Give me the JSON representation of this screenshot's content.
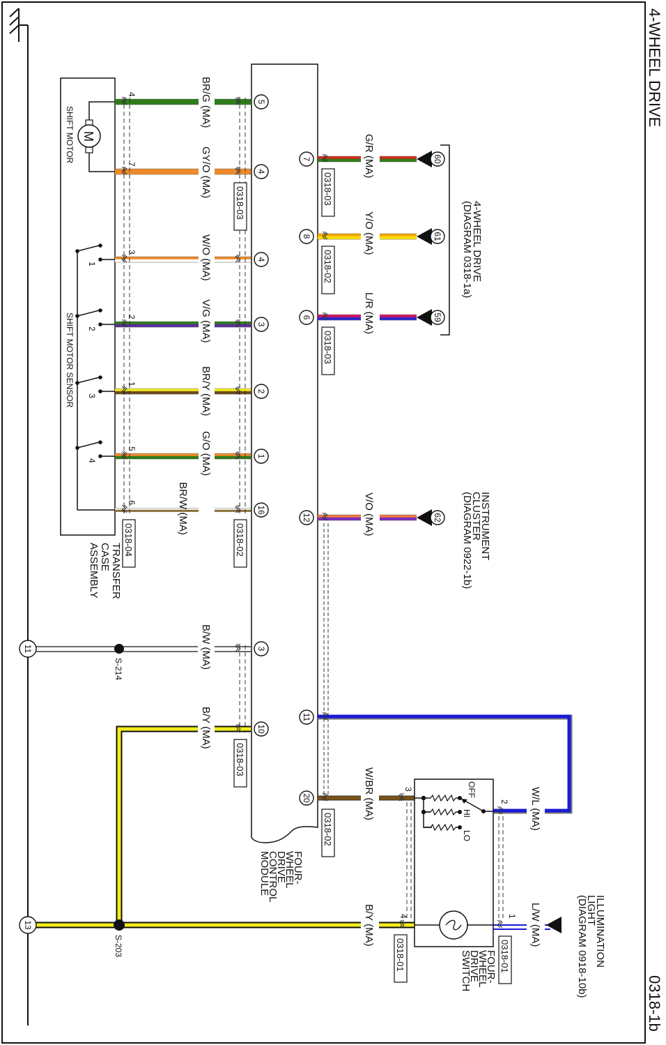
{
  "page": {
    "title": "4-WHEEL DRIVE",
    "page_number": "0318-1b"
  },
  "components": {
    "control_module": [
      "FOUR-",
      "WHEEL",
      "DRIVE",
      "CONTROL",
      "MODULE"
    ],
    "transfer_case": [
      "TRANSFER",
      "CASE",
      "ASSEMBLY"
    ],
    "shift_motor": "SHIFT MOTOR",
    "shift_motor_symbol": "M",
    "shift_motor_sensor": "SHIFT MOTOR SENSOR",
    "switch": [
      "FOUR-",
      "WHEEL",
      "DRIVE",
      "SWITCH"
    ],
    "switch_positions": {
      "off": "OFF",
      "hi": "HI",
      "lo": "LO"
    }
  },
  "references": {
    "four_wheel_drive": [
      "4-WHEEL DRIVE",
      "(DIAGRAM 0318-1a)"
    ],
    "instrument_cluster": [
      "INSTRUMENT",
      "CLUSTER",
      "(DIAGRAM 0922-1b)"
    ],
    "illumination_light": [
      "ILLUMINATION",
      "LIGHT",
      "(DIAGRAM 0918-10b)"
    ]
  },
  "transfer_wires": [
    {
      "label": "BR/G (MA)",
      "module_pin": "5",
      "device_pin": "4",
      "base": "#2e7d1a",
      "stripe": "#2e7d1a"
    },
    {
      "label": "GY/O (MA)",
      "module_pin": "4",
      "device_pin": "7",
      "base": "#f08a2a",
      "stripe": "#f08a2a"
    },
    {
      "label": "W/O (MA)",
      "module_pin": "4",
      "device_pin": "3",
      "base": "#f08a2a",
      "stripe": "#ffffff"
    },
    {
      "label": "V/G (MA)",
      "module_pin": "3",
      "device_pin": "2",
      "base": "#2e7d1a",
      "stripe": "#5a2ca0"
    },
    {
      "label": "BR/Y (MA)",
      "module_pin": "2",
      "device_pin": "1",
      "base": "#f5ee1c",
      "stripe": "#6b4a1a"
    },
    {
      "label": "G/O (MA)",
      "module_pin": "1",
      "device_pin": "5",
      "base": "#f08a2a",
      "stripe": "#2e7d1a"
    },
    {
      "label": "BR/W (MA)",
      "module_pin": "16",
      "device_pin": "6",
      "base": "#ffffff",
      "stripe": "#8a6a2a"
    }
  ],
  "sensor_switches": [
    "1",
    "2",
    "3",
    "4"
  ],
  "transfer_connectors": {
    "module_top": "0318-03",
    "module_bottom": "0318-02",
    "device": "0318-04"
  },
  "right_wires": [
    {
      "label": "G/R (MA)",
      "module_pin": "7",
      "target_pin": "60",
      "connector": "0318-03",
      "base": "#d42a1a",
      "stripe": "#2e7d1a"
    },
    {
      "label": "Y/O (MA)",
      "module_pin": "8",
      "target_pin": "61",
      "connector": "0318-02",
      "base": "#f5a800",
      "stripe": "#ffe000"
    },
    {
      "label": "L/R (MA)",
      "module_pin": "6",
      "target_pin": "59",
      "connector": "0318-03",
      "base": "#d4145a",
      "stripe": "#2a2ad0"
    },
    {
      "label": "V/O (MA)",
      "module_pin": "12",
      "target_pin": "62",
      "base": "#f07840",
      "stripe": "#7a2cc0"
    }
  ],
  "ground_wires": [
    {
      "label": "B/W (MA)",
      "module_pin": "3",
      "ground_pin": "11",
      "splice": "S-214"
    },
    {
      "label": "B/Y (MA)",
      "module_pin": "10",
      "connector": "0318-03"
    },
    {
      "label": "B/Y (MA)",
      "ground_pin": "13",
      "splice": "S-203",
      "switch_pin": "4",
      "connector": "0318-01"
    }
  ],
  "switch_wires": [
    {
      "label": "W/L (MA)",
      "module_pin": "11",
      "switch_pin": "2",
      "color": "#1a1ad8"
    },
    {
      "label": "W/BR (MA)",
      "module_pin": "20",
      "switch_pin": "3",
      "connector": "0318-02",
      "color": "#7a5416"
    },
    {
      "label": "L/W (MA)",
      "switch_pin": "1",
      "connector": "0318-01",
      "color": "#1a1ad8"
    }
  ]
}
